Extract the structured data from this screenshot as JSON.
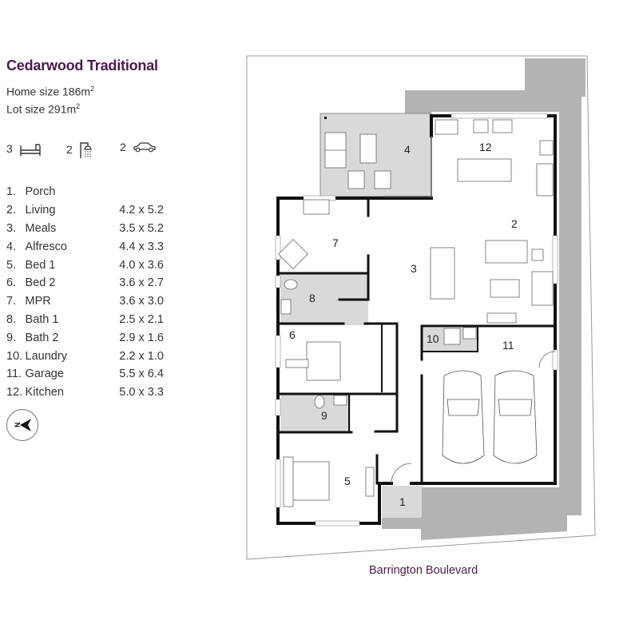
{
  "header": {
    "title": "Cedarwood Traditional",
    "home_size_label": "Home size 186m",
    "lot_size_label": "Lot size 291m",
    "superscript": "2"
  },
  "features": {
    "bedrooms": {
      "count": "3",
      "icon": "bed-icon"
    },
    "bathrooms": {
      "count": "2",
      "icon": "shower-icon"
    },
    "garage": {
      "count": "2",
      "icon": "car-icon"
    }
  },
  "rooms": [
    {
      "num": "1.",
      "name": "Porch",
      "dim": ""
    },
    {
      "num": "2.",
      "name": "Living",
      "dim": "4.2 x 5.2"
    },
    {
      "num": "3.",
      "name": "Meals",
      "dim": "3.5 x 5.2"
    },
    {
      "num": "4.",
      "name": "Alfresco",
      "dim": "4.4 x 3.3"
    },
    {
      "num": "5.",
      "name": "Bed 1",
      "dim": "4.0 x 3.6"
    },
    {
      "num": "6.",
      "name": "Bed 2",
      "dim": "3.6 x 2.7"
    },
    {
      "num": "7.",
      "name": "MPR",
      "dim": "3.6 x 3.0"
    },
    {
      "num": "8.",
      "name": "Bath 1",
      "dim": "2.5 x 2.1"
    },
    {
      "num": "9.",
      "name": "Bath 2",
      "dim": "2.9 x 1.6"
    },
    {
      "num": "10.",
      "name": "Laundry",
      "dim": "2.2 x 1.0"
    },
    {
      "num": "11.",
      "name": "Garage",
      "dim": "5.5 x 6.4"
    },
    {
      "num": "12.",
      "name": "Kitchen",
      "dim": "5.0 x 3.3"
    }
  ],
  "compass": {
    "label": "N",
    "icon": "north-arrow-icon"
  },
  "plan": {
    "labels": {
      "r1": "1",
      "r2": "2",
      "r3": "3",
      "r4": "4",
      "r5": "5",
      "r6": "6",
      "r7": "7",
      "r8": "8",
      "r9": "9",
      "r10": "10",
      "r11": "11",
      "r12": "12"
    },
    "street": "Barrington Boulevard"
  },
  "colors": {
    "accent": "#4a1a4e",
    "landscape_grey": "#b3b3b5",
    "wet_area_grey": "#d9d9d9",
    "wall": "#111111"
  }
}
